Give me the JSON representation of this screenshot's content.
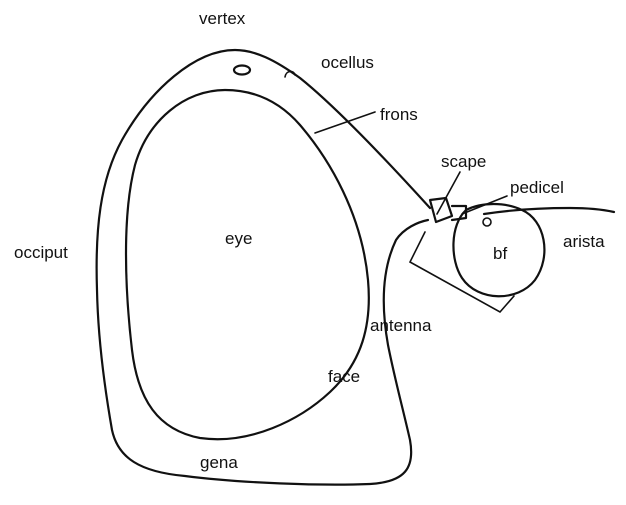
{
  "diagram": {
    "labels": {
      "vertex": "vertex",
      "ocellus": "ocellus",
      "frons": "frons",
      "scape": "scape",
      "pedicel": "pedicel",
      "arista": "arista",
      "bf": "bf",
      "eye": "eye",
      "occiput": "occiput",
      "antenna": "antenna",
      "face": "face",
      "gena": "gena"
    }
  }
}
